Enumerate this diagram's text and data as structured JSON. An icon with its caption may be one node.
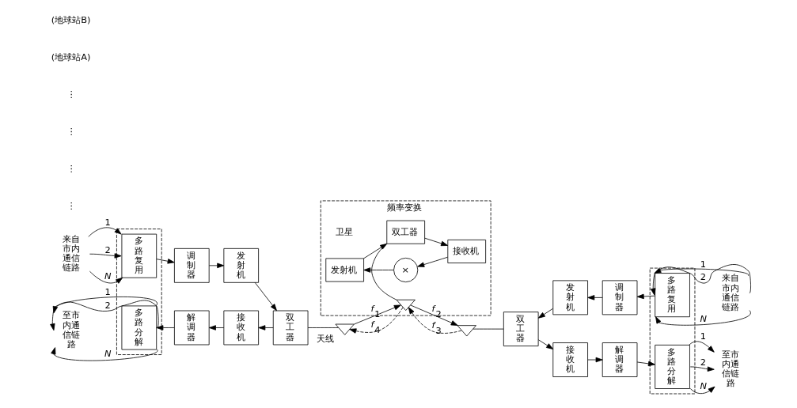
{
  "diagram": {
    "nodes": [
      {
        "text": [
          "频率变换"
        ],
        "beside": [
          "卫星"
        ]
      },
      {
        "text": [
          "发射机"
        ],
        "in": 0
      },
      {
        "text": [
          "×"
        ],
        "in": 0
      },
      {
        "text": [
          "接收机"
        ],
        "in": 0
      },
      {
        "text": [
          "双工器"
        ],
        "in": 0
      },
      {
        "text": [],
        "shape": "antenna",
        "in": 0
      },
      {
        "text": [],
        "shape": "antenna",
        "beside": [
          "天线"
        ]
      },
      {
        "text": [],
        "shape": "box"
      },
      {
        "text": [
          "多路复用"
        ],
        "in": 7
      },
      {
        "text": [
          "多路分解"
        ],
        "in": 7
      },
      {
        "text": [
          "调制器"
        ]
      },
      {
        "text": [
          "发射机"
        ]
      },
      {
        "text": [
          "双工器"
        ]
      },
      {
        "text": [
          "接收机"
        ]
      },
      {
        "text": [
          "解调器"
        ]
      },
      {
        "text": [
          "来自市内通信链路"
        ]
      },
      {
        "text": [
          "至市内通信链路"
        ]
      },
      {
        "text": [],
        "shape": "antenna"
      },
      {
        "text": [],
        "shape": "box"
      },
      {
        "text": [
          "多路复用"
        ],
        "in": 18
      },
      {
        "text": [
          "多路分解"
        ],
        "in": 18
      },
      {
        "text": [
          "双工器"
        ]
      },
      {
        "text": [
          "发射机"
        ]
      },
      {
        "text": [
          "调制器"
        ]
      },
      {
        "text": [
          "接收机"
        ]
      },
      {
        "text": [
          "解调器"
        ]
      },
      {
        "text": [
          "来自市内通信链路"
        ]
      },
      {
        "text": [
          "至市内通信链路"
        ]
      }
    ],
    "edges": [
      {
        "from": 3,
        "to": 2,
        "arrow": "to"
      },
      {
        "from": 2,
        "to": 1,
        "arrow": "to"
      },
      {
        "from": 1,
        "to": 4,
        "arrow": "to"
      },
      {
        "from": 4,
        "to": 3,
        "arrow": "to"
      },
      {
        "from": 4,
        "to": 5,
        "arrow": "none"
      },
      {
        "from": 6,
        "to": 5,
        "arrow": "to",
        "label": "*f*$_{1}$"
      },
      {
        "from": 5,
        "to": 6,
        "arrow": "to",
        "label": "*f*$_{4}$",
        "style": "dashed"
      },
      {
        "from": 5,
        "to": 17,
        "arrow": "to",
        "label": "*f*$_{2}$"
      },
      {
        "from": 17,
        "to": 5,
        "arrow": "to",
        "label": "*f*$_{3}$",
        "style": "dashed"
      },
      {
        "from": 15,
        "to": 8,
        "arrow": "to",
        "label": "1"
      },
      {
        "from": 15,
        "to": 8,
        "arrow": "to",
        "label": "2"
      },
      {
        "from": 15,
        "to": 8,
        "arrow": "to",
        "label": "*N*"
      },
      {
        "from": 8,
        "to": 10,
        "arrow": "to"
      },
      {
        "from": 10,
        "to": 11,
        "arrow": "to"
      },
      {
        "from": 11,
        "to": 12,
        "arrow": "to"
      },
      {
        "from": 12,
        "to": 6,
        "arrow": "none"
      },
      {
        "from": 12,
        "to": 13,
        "arrow": "to"
      },
      {
        "from": 13,
        "to": 14,
        "arrow": "to"
      },
      {
        "from": 14,
        "to": 9,
        "arrow": "to"
      },
      {
        "from": 9,
        "to": 16,
        "arrow": "to",
        "label": "1"
      },
      {
        "from": 9,
        "to": 16,
        "arrow": "to",
        "label": "2"
      },
      {
        "from": 9,
        "to": 16,
        "arrow": "to",
        "label": "*N*"
      },
      {
        "from": 21,
        "to": 17,
        "arrow": "none"
      },
      {
        "from": 26,
        "to": 19,
        "arrow": "to",
        "label": "1"
      },
      {
        "from": 26,
        "to": 19,
        "arrow": "to",
        "label": "2"
      },
      {
        "from": 26,
        "to": 19,
        "arrow": "to",
        "label": "*N*"
      },
      {
        "from": 19,
        "to": 23,
        "arrow": "to"
      },
      {
        "from": 23,
        "to": 22,
        "arrow": "to"
      },
      {
        "from": 22,
        "to": 21,
        "arrow": "to"
      },
      {
        "from": 21,
        "to": 24,
        "arrow": "to"
      },
      {
        "from": 24,
        "to": 25,
        "arrow": "to"
      },
      {
        "from": 25,
        "to": 20,
        "arrow": "to"
      },
      {
        "from": 20,
        "to": 27,
        "arrow": "to",
        "label": "1"
      },
      {
        "from": 20,
        "to": 27,
        "arrow": "to",
        "label": "2"
      },
      {
        "from": 20,
        "to": 27,
        "arrow": "to",
        "label": "*N*"
      }
    ],
    "labels": [
      "⋮",
      "⋮",
      "⋮",
      "⋮",
      "(地球站A)",
      "(地球站B)"
    ]
  }
}
